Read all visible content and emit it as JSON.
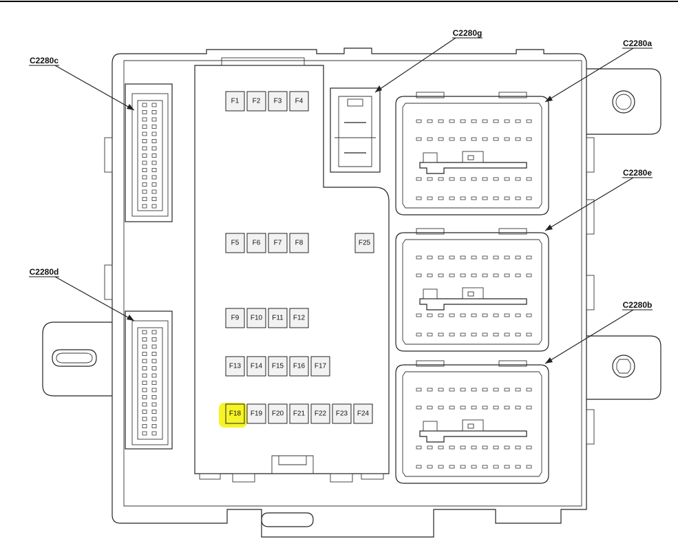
{
  "connectors": {
    "c2280a": "C2280a",
    "c2280b": "C2280b",
    "c2280c": "C2280c",
    "c2280d": "C2280d",
    "c2280e": "C2280e",
    "c2280g": "C2280g"
  },
  "fuses": {
    "f1": "F1",
    "f2": "F2",
    "f3": "F3",
    "f4": "F4",
    "f5": "F5",
    "f6": "F6",
    "f7": "F7",
    "f8": "F8",
    "f9": "F9",
    "f10": "F10",
    "f11": "F11",
    "f12": "F12",
    "f13": "F13",
    "f14": "F14",
    "f15": "F15",
    "f16": "F16",
    "f17": "F17",
    "f18": "F18",
    "f19": "F19",
    "f20": "F20",
    "f21": "F21",
    "f22": "F22",
    "f23": "F23",
    "f24": "F24",
    "f25": "F25"
  },
  "highlight": {
    "fuse": "F18",
    "color": "#f5f200"
  },
  "colors": {
    "fuse_fill": "#f2f2f2",
    "line": "#222222"
  }
}
